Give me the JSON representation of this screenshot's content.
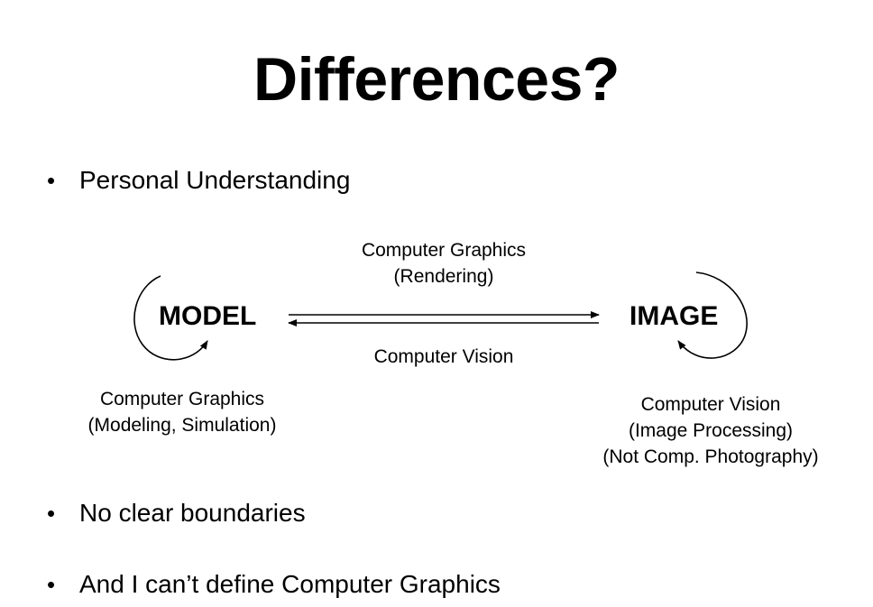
{
  "title": "Differences?",
  "bullets": [
    {
      "text": "Personal Understanding"
    },
    {
      "text": "No clear boundaries"
    },
    {
      "text": "And I can’t define Computer Graphics"
    }
  ],
  "bullet_symbol": "•",
  "diagram": {
    "model": {
      "label": "MODEL"
    },
    "image": {
      "label": "IMAGE"
    },
    "forward_edge": {
      "line1": "Computer Graphics",
      "line2": "(Rendering)"
    },
    "backward_edge": {
      "line1": "Computer Vision"
    },
    "model_loop": {
      "line1": "Computer Graphics",
      "line2": "(Modeling, Simulation)"
    },
    "image_loop": {
      "line1": "Computer Vision",
      "line2": "(Image Processing)",
      "line3": "(Not Comp. Photography)"
    }
  }
}
